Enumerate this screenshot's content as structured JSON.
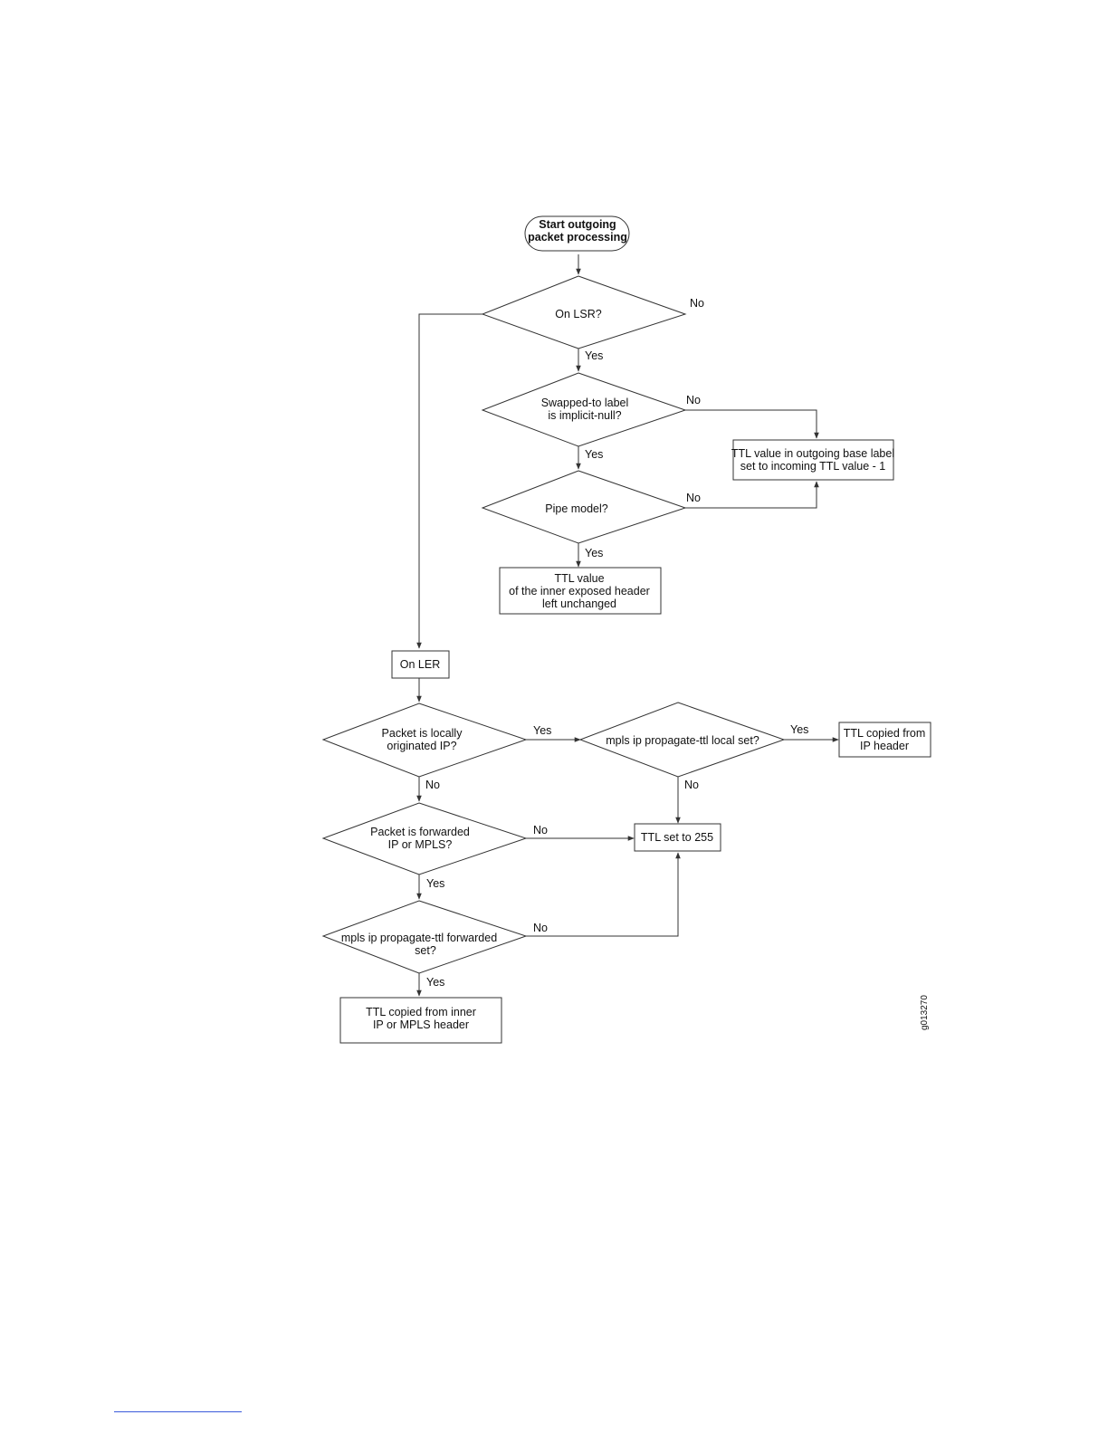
{
  "flowchart": {
    "start": [
      "Start outgoing",
      "packet processing"
    ],
    "on_lsr": [
      "On LSR?"
    ],
    "swapped_label": [
      "Swapped-to label",
      "is implicit-null?"
    ],
    "pipe_model": [
      "Pipe model?"
    ],
    "ttl_unchanged": [
      "TTL value",
      "of the inner exposed header",
      "left unchanged"
    ],
    "ttl_base_label": [
      "TTL value in outgoing base label",
      "set to incoming TTL value - 1"
    ],
    "on_ler": [
      "On LER"
    ],
    "locally_originated": [
      "Packet is locally",
      "originated IP?"
    ],
    "propagate_local": [
      "mpls ip propagate-ttl local set?"
    ],
    "ttl_copied_ip": [
      "TTL copied from",
      "IP header"
    ],
    "forwarded": [
      "Packet is forwarded",
      "IP or MPLS?"
    ],
    "ttl_255": [
      "TTL set to 255"
    ],
    "propagate_forwarded": [
      "mpls ip propagate-ttl forwarded",
      "set?"
    ],
    "ttl_copied_inner": [
      "TTL copied from inner",
      "IP or MPLS header"
    ]
  },
  "edge_labels": {
    "on_lsr_no": "No",
    "on_lsr_yes": "Yes",
    "swapped_no": "No",
    "swapped_yes": "Yes",
    "pipe_no": "No",
    "pipe_yes": "Yes",
    "local_yes": "Yes",
    "local_no": "No",
    "propagate_local_yes": "Yes",
    "propagate_local_no": "No",
    "forwarded_no": "No",
    "forwarded_yes": "Yes",
    "propagate_forwarded_no": "No",
    "propagate_forwarded_yes": "Yes"
  },
  "figure_id": "g013270"
}
